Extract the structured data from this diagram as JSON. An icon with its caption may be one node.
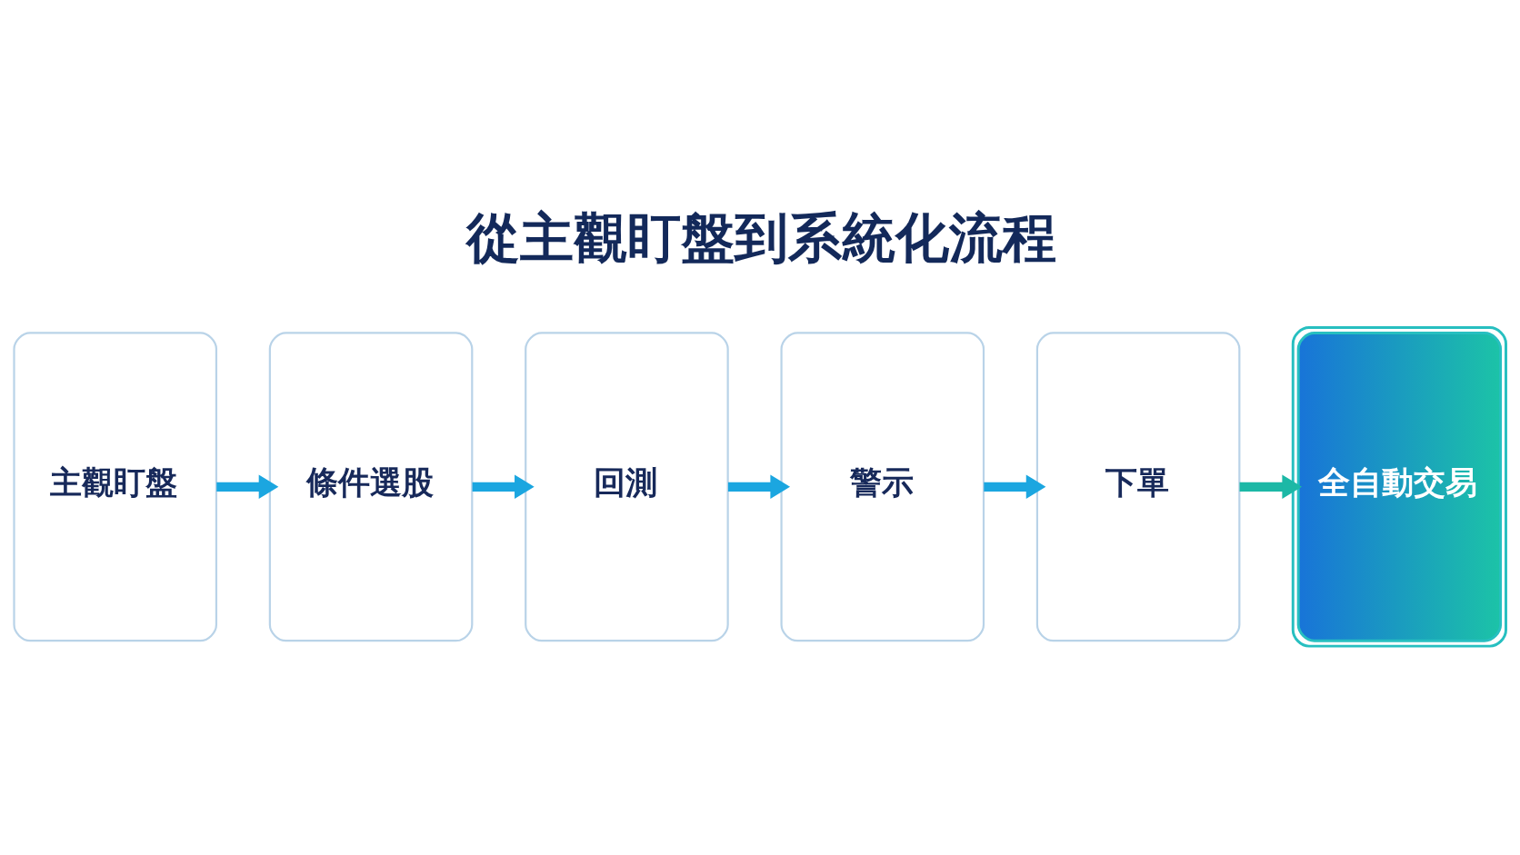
{
  "diagram": {
    "title": "從主觀盯盤到系統化流程",
    "nodes": [
      {
        "text": [
          "主觀盯盤"
        ]
      },
      {
        "text": [
          "條件選股"
        ]
      },
      {
        "text": [
          "回測"
        ]
      },
      {
        "text": [
          "警示"
        ]
      },
      {
        "text": [
          "下單"
        ]
      },
      {
        "text": [
          "全自動交易"
        ]
      }
    ],
    "edges": [
      {
        "from": 0,
        "to": 1,
        "arrow": "to"
      },
      {
        "from": 1,
        "to": 2,
        "arrow": "to"
      },
      {
        "from": 2,
        "to": 3,
        "arrow": "to"
      },
      {
        "from": 3,
        "to": 4,
        "arrow": "to"
      },
      {
        "from": 4,
        "to": 5,
        "arrow": "to",
        "color": "#1cb8a6"
      }
    ]
  }
}
